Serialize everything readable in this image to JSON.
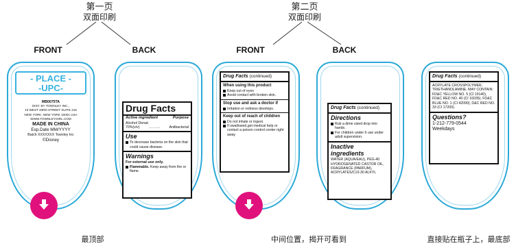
{
  "page1": {
    "title": "第一页",
    "subtitle": "双面印刷"
  },
  "page2": {
    "title": "第二页",
    "subtitle": "双面印刷"
  },
  "labels": {
    "front": "FRONT",
    "back": "BACK"
  },
  "captions": {
    "c1": "最顶部",
    "c2": "中间位置，揭开可看到",
    "c3": "直接贴在瓶子上，最底部"
  },
  "front1": {
    "upc_line1": "- PLACE -",
    "upc_line2": "-UPC-",
    "item": "MB0075TA",
    "dist": "DIST. BY TOWNLEY INC.,",
    "addr1": "10 WEST 33RD STREET SUITE 416",
    "addr2": "NEW YORK, NEW YORK 10001 USA",
    "web": "WWW.TOWNLEYGIRL.COM",
    "made": "MADE IN CHINA",
    "exp": "Exp.Date MM/YYYY",
    "batch": "Batch XXXXXXX Townley Inc",
    "disney": "©Disney"
  },
  "back1": {
    "title": "Drug Facts",
    "active": "Active ingredient",
    "purpose": "Purpose",
    "alcohol": "Alcohol Denat;",
    "pct": "70%(v/v)",
    "dots": "……….",
    "antib": "Antibacterial",
    "use_h": "Use",
    "use_1": "To decrease bacteria on the skin that could cause disease.",
    "warn_h": "Warnings",
    "ext": "For external use only.",
    "flam_b": "Flammable.",
    "flam": "Keep away from fire or flame."
  },
  "front2": {
    "title": "Drug Facts",
    "cont": "(continued)",
    "when": "When using this product",
    "w1": "Keep out of eyes",
    "w2": "Avoid contact with broken skin.",
    "stop": "Stop use and ask a doctor if",
    "s1": "Irritation or redness develops.",
    "keep": "Keep out of reach of children",
    "k1": "Do not inhale or ingest.",
    "k2": "If swallowed,get medical help or contact a poison control center right away"
  },
  "back2": {
    "title": "Drug Facts",
    "cont": "(continued)",
    "dir_h": "Directions",
    "d1": "Rub a dime sized drop into hands.",
    "d2": "For children under 6 use under adult supervision.",
    "inact_h": "Inactive ingredients",
    "inact": "WATER (AQUA/EAU), PEG-40 HYDROGENATED CASTOR OIL, FRAGRANCE (PARFUM), ACRYLATES/C10-30 ALKYL"
  },
  "panel3": {
    "title": "Drug Facts",
    "cont": "(continued)",
    "list": "ACRYLATE CROSSPOLYMER, TRIETHANOLAMINE. MAY CONTAIN: FD&C YELLOW NO. 5 (CI 19140), FD&C RED NO. 40 (CI 16035), FD&C BLUE NO. 1 (CI 42090), D&C RED NO. 33 (CI 17200).",
    "q": "Questions?",
    "phone": "1-212-779-0544",
    "days": "Weekdays"
  },
  "colors": {
    "bottle": "#2aa9d8",
    "pink": "#e0117c"
  }
}
